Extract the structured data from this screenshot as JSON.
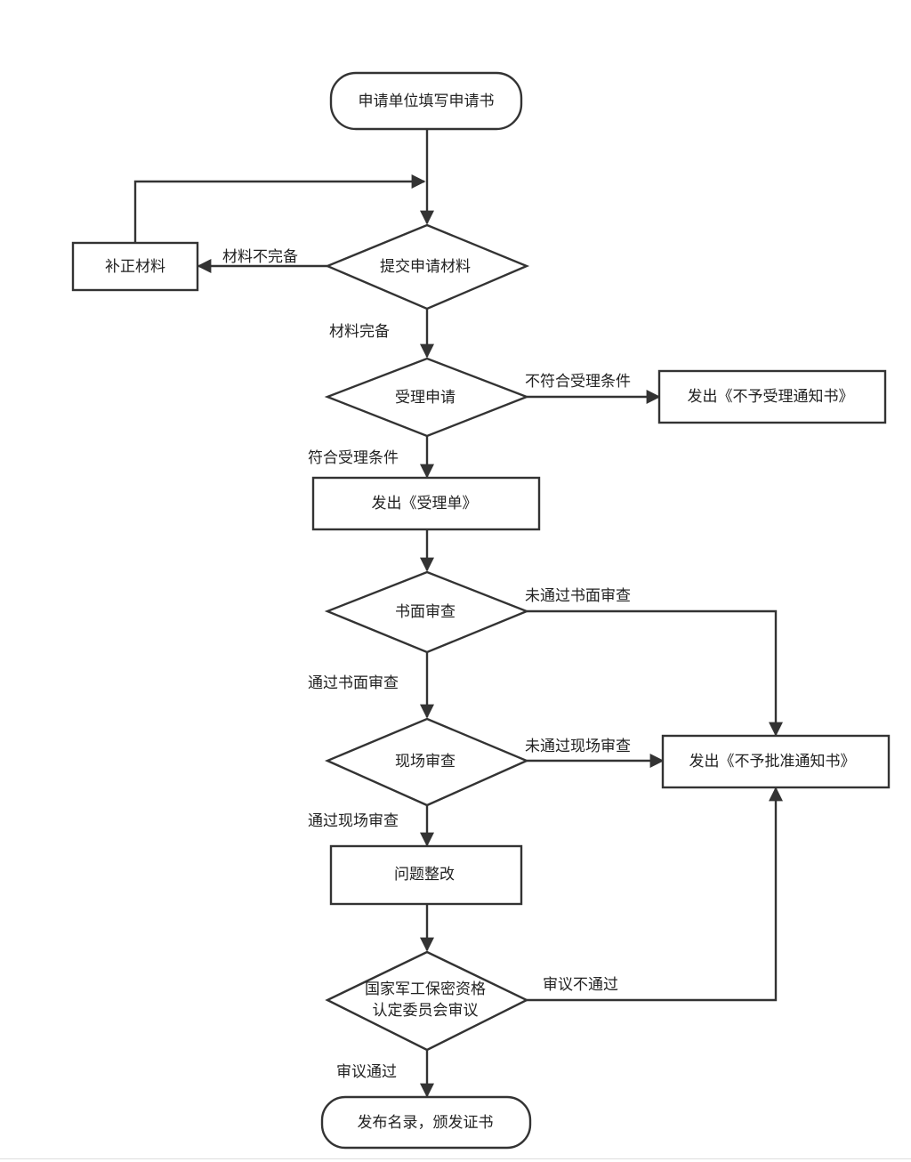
{
  "nodes": {
    "start": "申请单位填写申请书",
    "submit": "提交申请材料",
    "supplement": "补正材料",
    "accept": "受理申请",
    "reject_accept": "发出《不予受理通知书》",
    "receipt": "发出《受理单》",
    "written_review": "书面审查",
    "onsite_review": "现场审查",
    "reject_approval": "发出《不予批准通知书》",
    "rectify": "问题整改",
    "committee_line1": "国家军工保密资格",
    "committee_line2": "认定委员会审议",
    "end": "发布名录，颁发证书"
  },
  "edges": {
    "incomplete": "材料不完备",
    "complete": "材料完备",
    "not_eligible": "不符合受理条件",
    "eligible": "符合受理条件",
    "written_fail": "未通过书面审查",
    "written_pass": "通过书面审查",
    "onsite_fail": "未通过现场审查",
    "onsite_pass": "通过现场审查",
    "committee_fail": "审议不通过",
    "committee_pass": "审议通过"
  },
  "colors": {
    "stroke": "#333333",
    "text": "#222222",
    "fill": "#ffffff"
  }
}
